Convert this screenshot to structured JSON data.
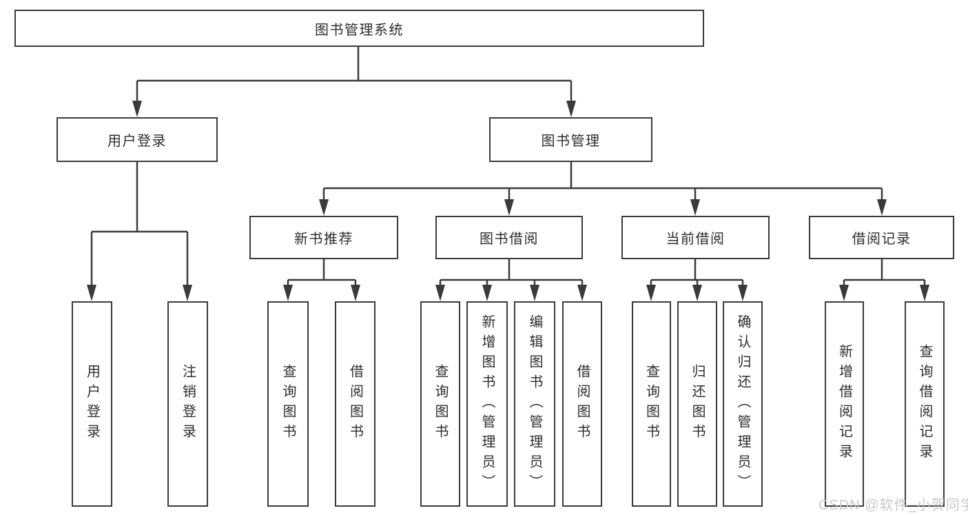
{
  "diagram": {
    "root": {
      "label": "图书管理系统"
    },
    "branches": [
      {
        "label": "用户登录",
        "children": [
          {
            "label": "用户登录"
          },
          {
            "label": "注销登录"
          }
        ]
      },
      {
        "label": "图书管理",
        "children": [
          {
            "label": "新书推荐",
            "children": [
              {
                "label": "查询图书"
              },
              {
                "label": "借阅图书"
              }
            ]
          },
          {
            "label": "图书借阅",
            "children": [
              {
                "label": "查询图书"
              },
              {
                "label": "新增图书（管理员）"
              },
              {
                "label": "编辑图书（管理员）"
              },
              {
                "label": "借阅图书"
              }
            ]
          },
          {
            "label": "当前借阅",
            "children": [
              {
                "label": "查询图书"
              },
              {
                "label": "归还图书"
              },
              {
                "label": "确认归还（管理员）"
              }
            ]
          },
          {
            "label": "借阅记录",
            "children": [
              {
                "label": "新增借阅记录"
              },
              {
                "label": "查询借阅记录"
              }
            ]
          }
        ]
      }
    ]
  },
  "watermark": {
    "text": "CSDN @软件_小贺同学"
  },
  "colors": {
    "line": "#3a3a3a",
    "border": "#3a3a3a",
    "text": "#2d2d2d",
    "watermark": "#c9c9c9",
    "background": "#ffffff"
  }
}
